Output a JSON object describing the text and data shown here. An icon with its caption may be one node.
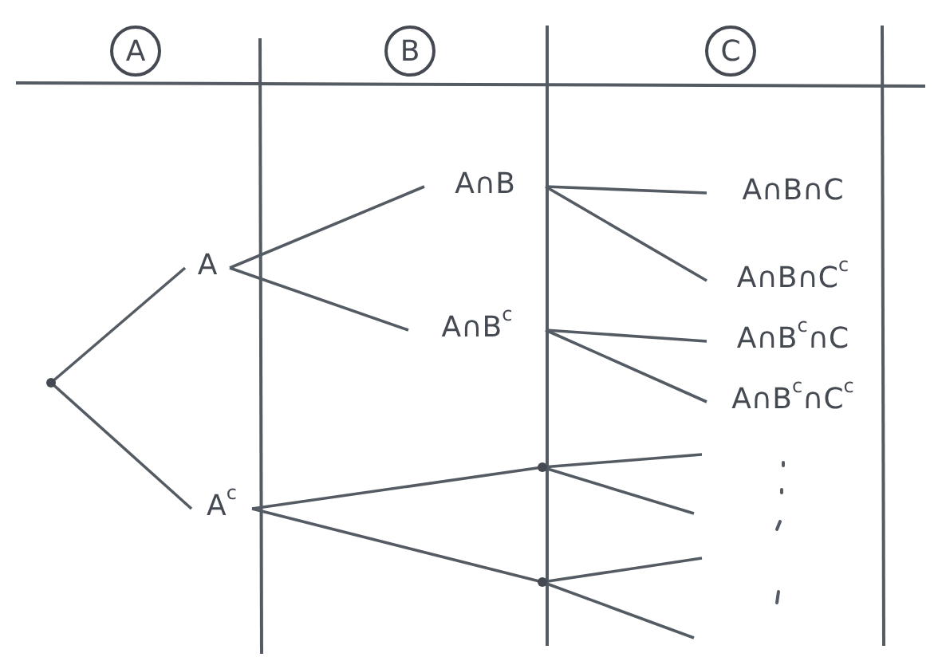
{
  "diagram": {
    "nodes": [
      {
        "text": [
          "A"
        ]
      },
      {
        "text": [
          "B"
        ]
      },
      {
        "text": [
          "C"
        ]
      },
      {
        "text": [],
        "shape": "point"
      },
      {
        "text": [
          "A"
        ]
      },
      {
        "text": [
          "A$^{c}$"
        ]
      },
      {
        "text": [
          "A∩B"
        ]
      },
      {
        "text": [
          "A∩B$^{c}$"
        ]
      },
      {
        "text": [
          "A∩B∩C"
        ]
      },
      {
        "text": [
          "A∩B∩C$^{c}$"
        ]
      },
      {
        "text": [
          "A∩B$^{c}$∩C"
        ]
      },
      {
        "text": [
          "A∩B$^{c}$∩C$^{c}$"
        ]
      },
      {
        "text": [],
        "shape": "point"
      },
      {
        "text": [],
        "shape": "point"
      }
    ],
    "edges": [
      {
        "from": 3,
        "to": 4,
        "arrow": "none"
      },
      {
        "from": 3,
        "to": 5,
        "arrow": "none"
      },
      {
        "from": 4,
        "to": 6,
        "arrow": "none"
      },
      {
        "from": 4,
        "to": 7,
        "arrow": "none"
      },
      {
        "from": 5,
        "to": 12,
        "arrow": "none"
      },
      {
        "from": 5,
        "to": 13,
        "arrow": "none"
      },
      {
        "from": 6,
        "to": 8,
        "arrow": "none"
      },
      {
        "from": 6,
        "to": 9,
        "arrow": "none"
      },
      {
        "from": 7,
        "to": 10,
        "arrow": "none"
      },
      {
        "from": 7,
        "to": 11,
        "arrow": "none"
      },
      {
        "from": 12,
        "to": null,
        "arrow": "none"
      },
      {
        "from": 12,
        "to": null,
        "arrow": "none"
      },
      {
        "from": 13,
        "to": null,
        "arrow": "none"
      },
      {
        "from": 13,
        "to": null,
        "arrow": "none"
      }
    ]
  }
}
